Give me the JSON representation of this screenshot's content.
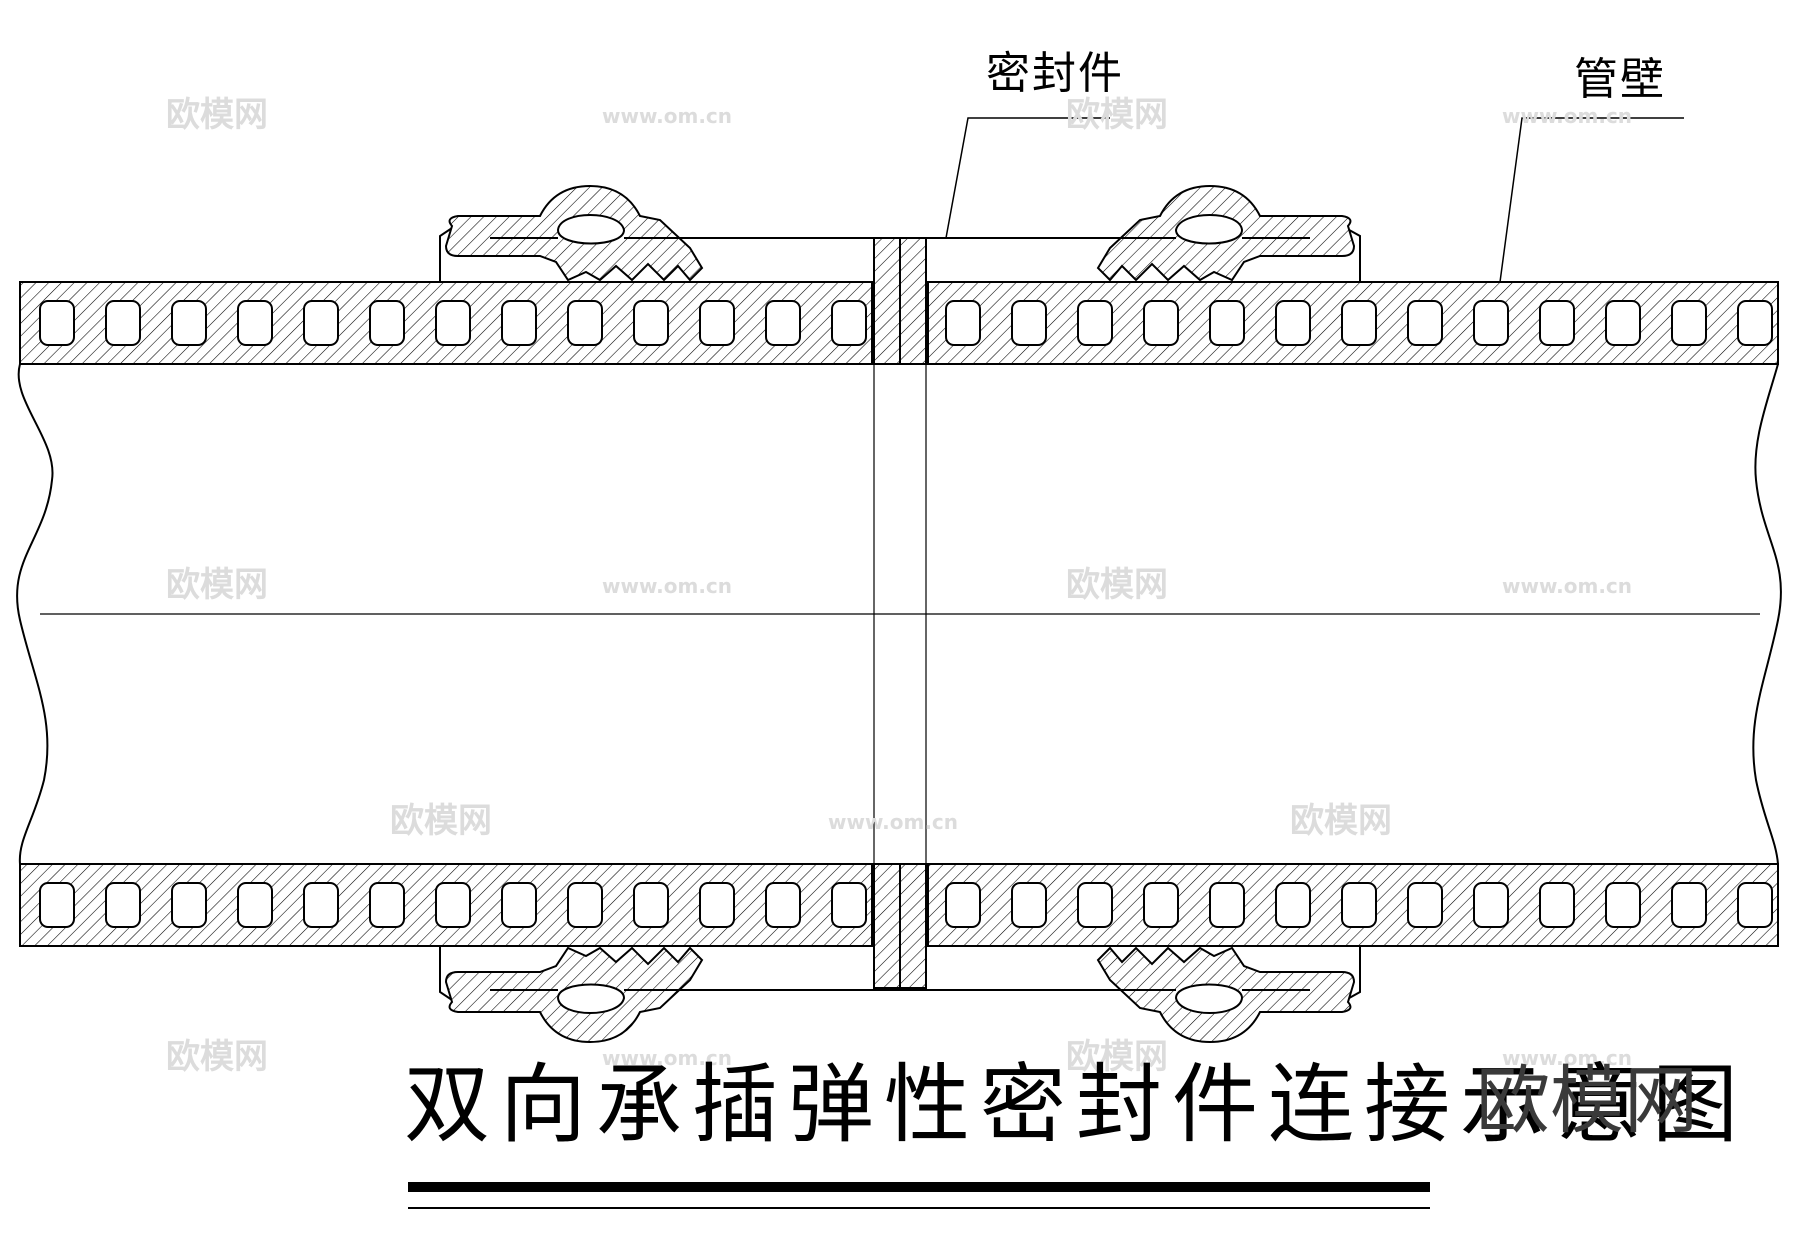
{
  "labels": {
    "seal": "密封件",
    "wall": "管壁"
  },
  "title": "双向承插弹性密封件连接示意图",
  "brand": "欧模网",
  "watermark": {
    "logo": "欧模网",
    "url": "www.om.cn"
  },
  "colors": {
    "line": "#000000",
    "watermark": "#dcdcdc"
  }
}
